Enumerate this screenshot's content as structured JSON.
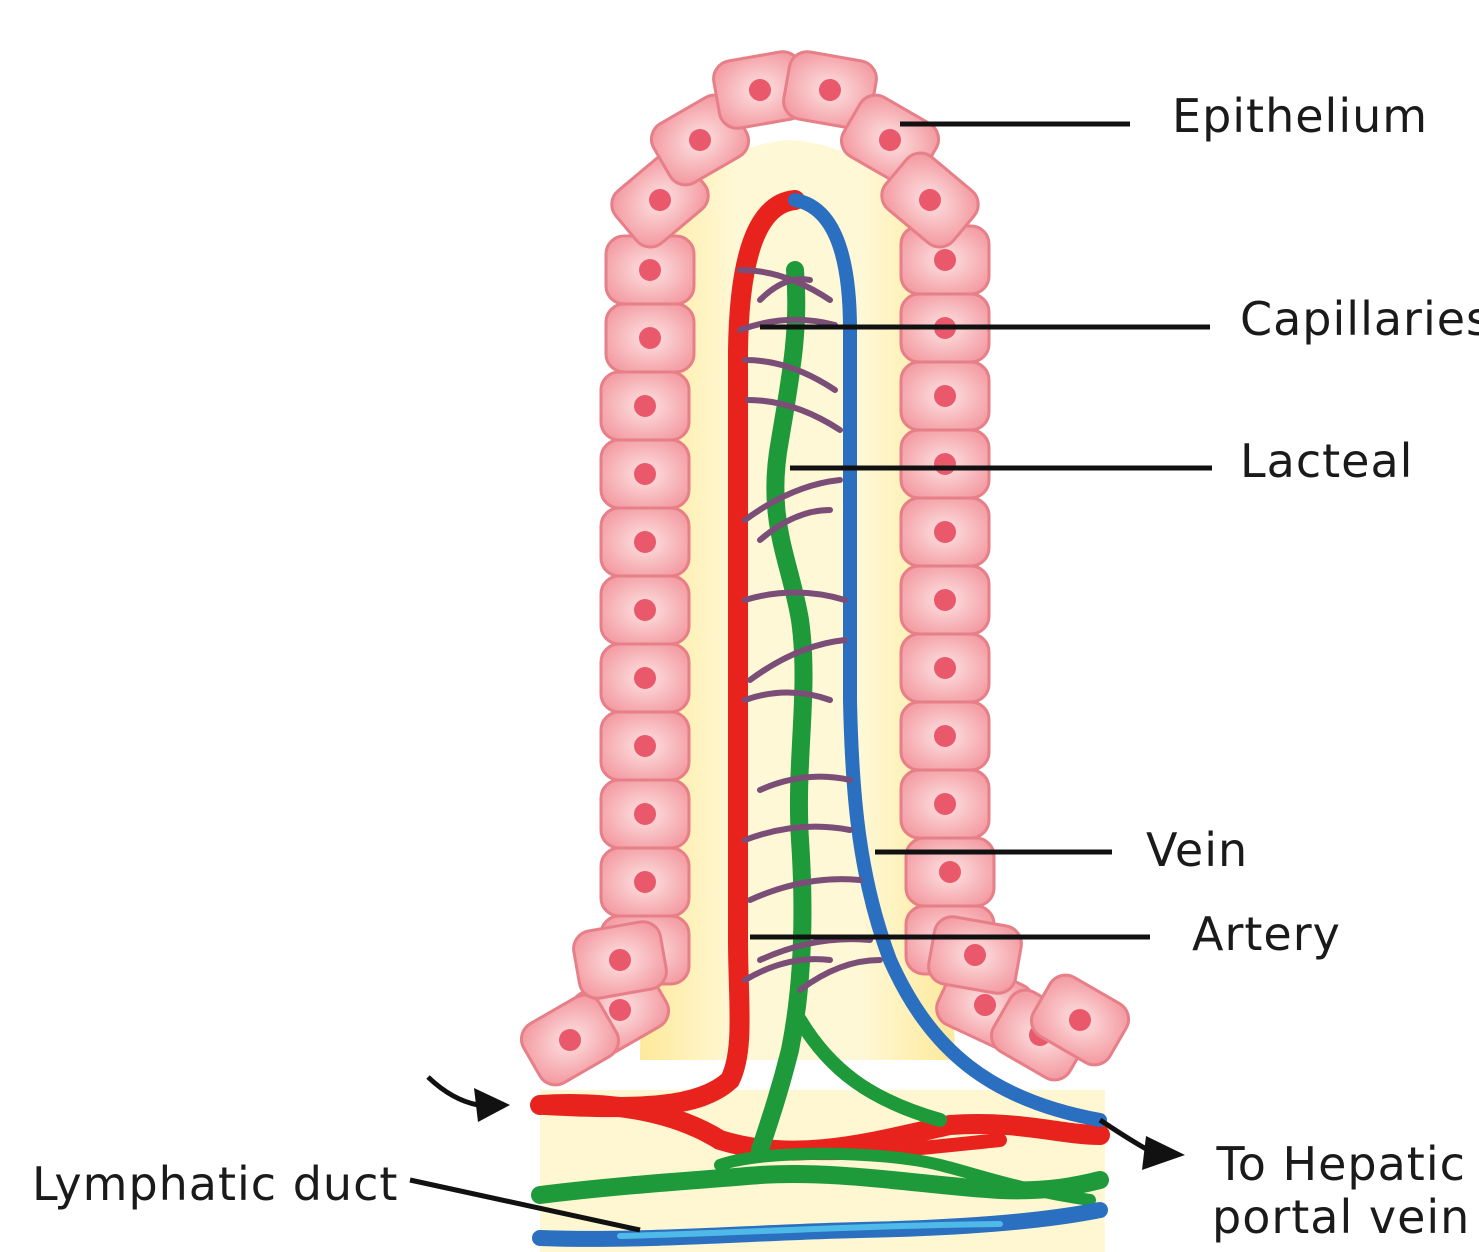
{
  "labels": {
    "epithelium": "Epithelium",
    "capillaries": "Capillaries",
    "lacteal": "Lacteal",
    "vein": "Vein",
    "artery": "Artery",
    "lymphatic_duct": "Lymphatic duct",
    "hepatic_portal": "To Hepatic\nportal vein"
  },
  "colors": {
    "cell_fill": "#f6a8ac",
    "cell_border": "#e77f88",
    "nucleus": "#e9596b",
    "core": "#fff6c9",
    "core_edge": "#fde99a",
    "artery": "#e8231e",
    "vein": "#2a6fc0",
    "lacteal": "#1f9a3a",
    "capillary": "#7b4e78",
    "leader": "#111111"
  }
}
